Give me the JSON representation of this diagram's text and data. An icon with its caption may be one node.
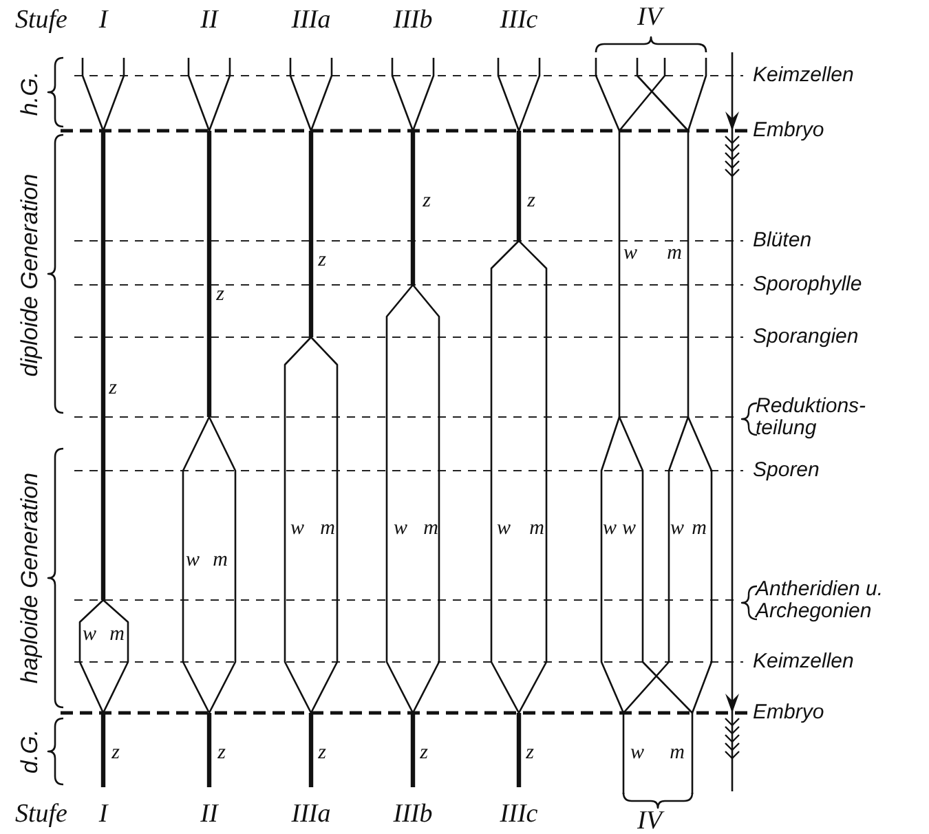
{
  "diagram": {
    "labels": [
      "Stufe",
      "I",
      "II",
      "IIIa",
      "IIIb",
      "IIIc",
      "IV",
      "h.G.",
      "Keimzellen",
      "Embryo",
      "z",
      "z",
      "Blüten",
      "w",
      "m",
      "z",
      "diploide Generation",
      "Sporophylle",
      "z",
      "Sporangien",
      "z",
      "Reduktions- teilung",
      "Sporen",
      "haploide Generation",
      "w",
      "m",
      "w",
      "m",
      "w",
      "m",
      "w",
      "w",
      "w",
      "m",
      "w",
      "m",
      "Antheridien u. Archegonien",
      "w",
      "m",
      "Keimzellen",
      "Embryo",
      "d.G.",
      "z",
      "z",
      "z",
      "z",
      "z",
      "w",
      "m",
      "Stufe",
      "I",
      "II",
      "IIIa",
      "IIIb",
      "IIIc",
      "IV"
    ]
  }
}
